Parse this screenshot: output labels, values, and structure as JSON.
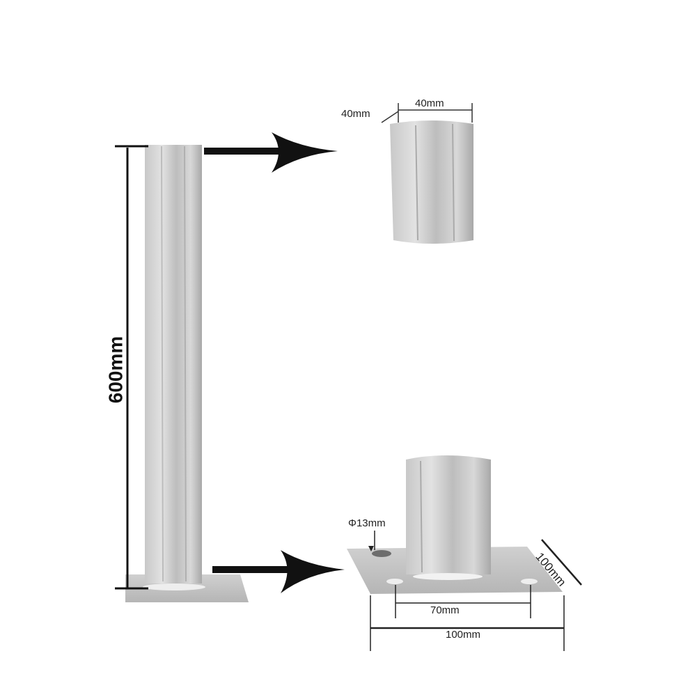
{
  "labels": {
    "height": "600mm",
    "top_depth": "40mm",
    "top_width": "40mm",
    "hole_diameter": "Φ13mm",
    "plate_depth": "100mm",
    "hole_spacing": "70mm",
    "plate_width": "100mm"
  },
  "colors": {
    "metal_light": "#d6d6d6",
    "metal_dark": "#a9a9a9",
    "ink": "#111111"
  }
}
